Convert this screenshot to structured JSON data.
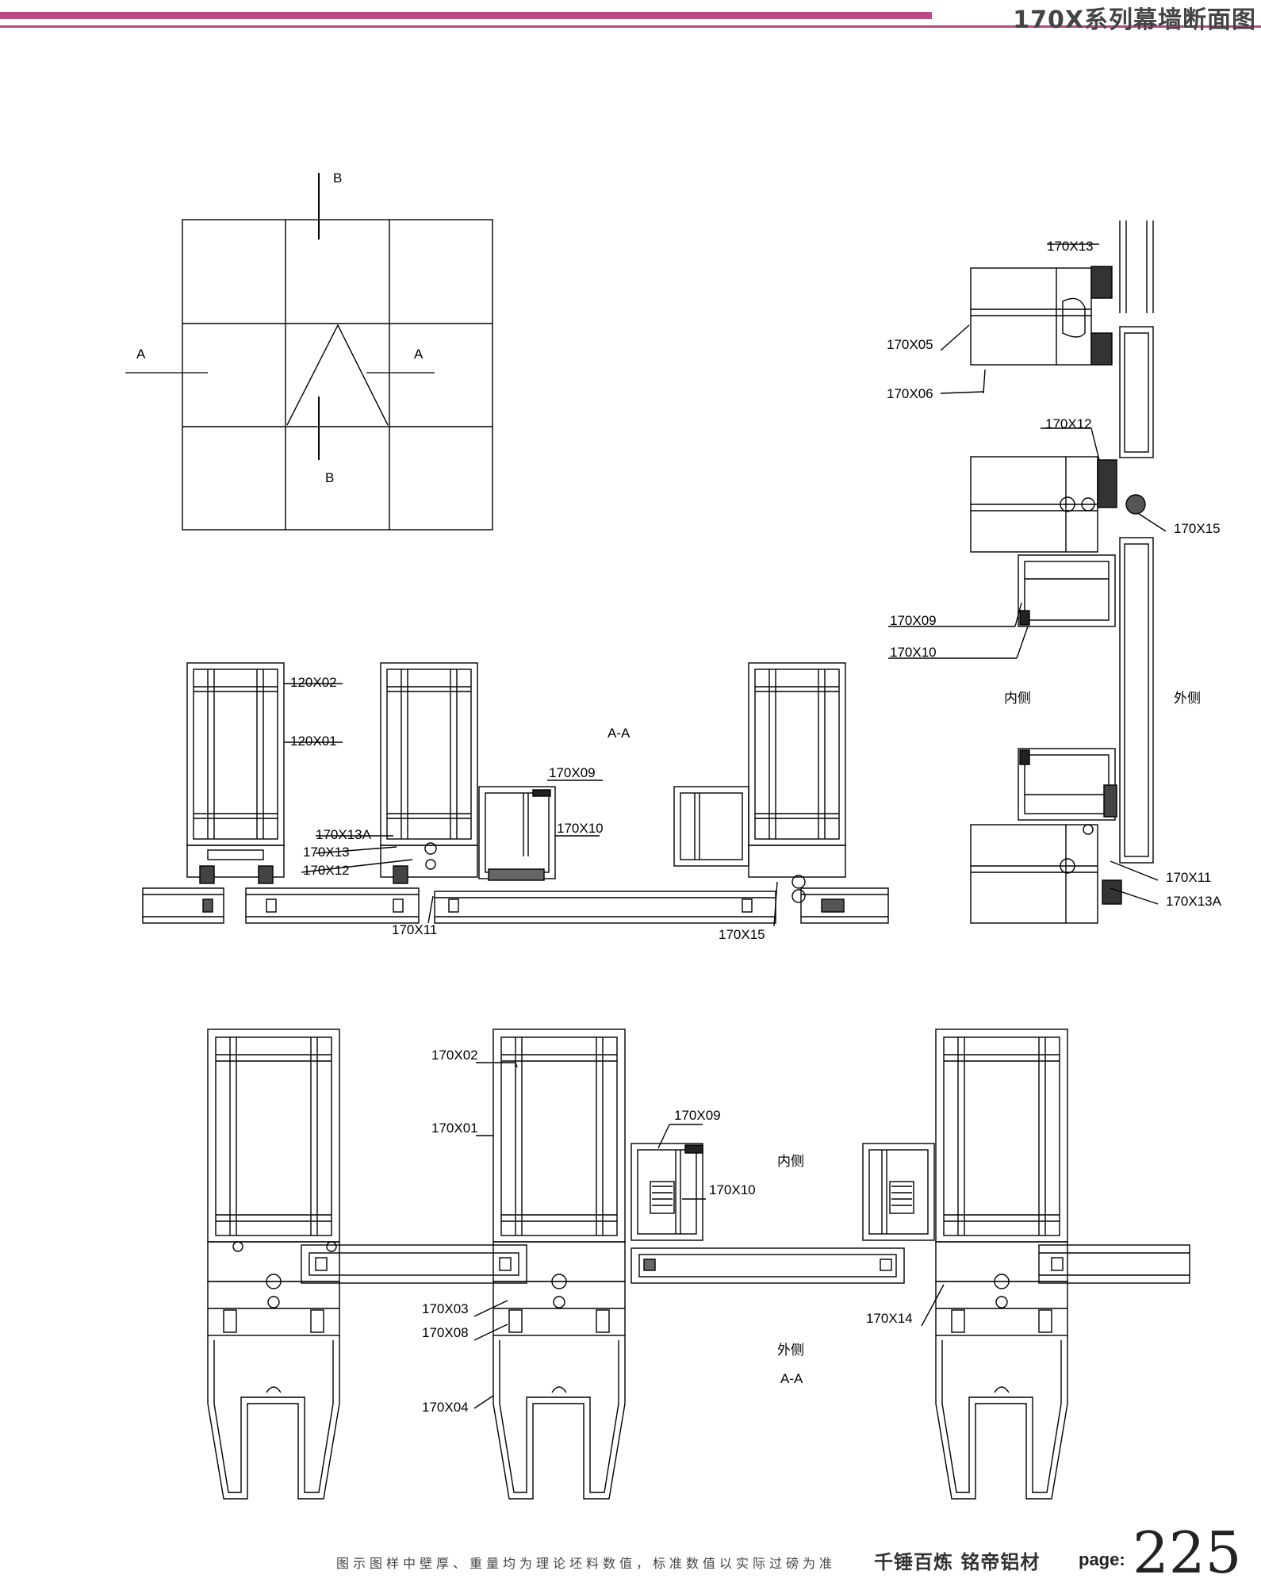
{
  "header": {
    "title": "170X系列幕墙断面图"
  },
  "elevation": {
    "label_a_left": "A",
    "label_a_right": "A",
    "label_b_top": "B",
    "label_b_bottom": "B"
  },
  "section_aa_top": {
    "title": "A-A",
    "labels": [
      "120X02",
      "120X01",
      "170X13A",
      "170X13",
      "170X12",
      "170X11",
      "170X09",
      "170X10",
      "170X15"
    ]
  },
  "section_bb": {
    "labels": [
      "170X13",
      "170X05",
      "170X06",
      "170X12",
      "170X15",
      "170X09",
      "170X10",
      "170X11",
      "170X13A"
    ],
    "inside": "内侧",
    "outside": "外侧"
  },
  "section_aa_bottom": {
    "title": "A-A",
    "labels": [
      "170X02",
      "170X01",
      "170X09",
      "170X10",
      "170X03",
      "170X08",
      "170X04",
      "170X14"
    ],
    "inside": "内侧",
    "outside": "外侧"
  },
  "footer": {
    "note": "图示图样中壁厚、重量均为理论坯料数值，标准数值以实际过磅为准",
    "brand": "千锤百炼  铭帝铝材",
    "page_label": "page:",
    "page_number": "225"
  }
}
